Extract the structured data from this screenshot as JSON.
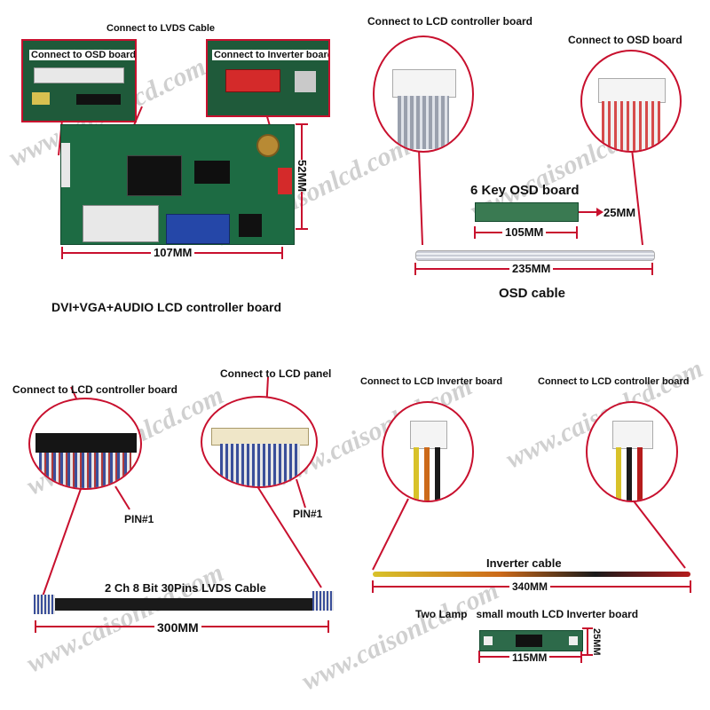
{
  "top_left": {
    "lvds_label": "Connect to LVDS Cable",
    "osd_label": "Connect to OSD board",
    "inverter_label": "Connect to Inverter board",
    "height_dim": "52MM",
    "width_dim": "107MM",
    "caption": "DVI+VGA+AUDIO LCD controller board"
  },
  "top_right": {
    "controller_label": "Connect to LCD controller board",
    "osd_label": "Connect to OSD board",
    "osd_board_title": "6 Key OSD board",
    "osd_width_dim": "105MM",
    "osd_height_dim": "25MM",
    "cable_length_dim": "235MM",
    "caption": "OSD cable"
  },
  "bottom_left": {
    "controller_label": "Connect to LCD controller board",
    "panel_label": "Connect to LCD panel",
    "pin_left": "PIN#1",
    "pin_right": "PIN#1",
    "cable_title": "2 Ch 8 Bit 30Pins LVDS Cable",
    "cable_length_dim": "300MM"
  },
  "bottom_right": {
    "inverter_label": "Connect to LCD Inverter board",
    "controller_label": "Connect to LCD controller board",
    "cable_title": "Inverter cable",
    "cable_length_dim": "340MM",
    "inverter_title": "Two Lamp   small mouth LCD Inverter board",
    "inverter_width_dim": "115MM",
    "inverter_height_dim": "25MM"
  },
  "watermark": "www.caisonlcd.com",
  "colors": {
    "accent": "#c8102e",
    "pcb_green": "#1d6b43"
  }
}
